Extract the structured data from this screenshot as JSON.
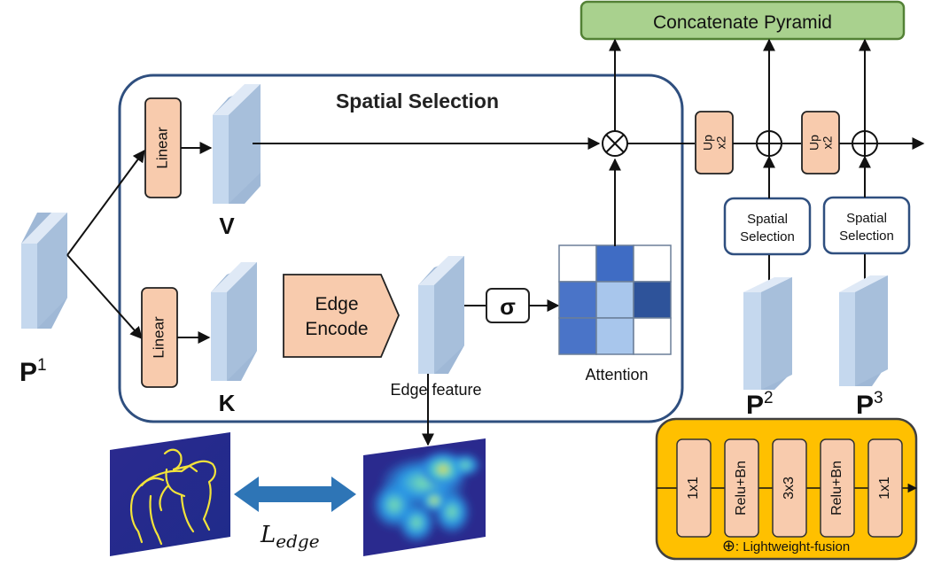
{
  "title": "Concatenate Pyramid",
  "module_title": "Spatial Selection",
  "linear_label": "Linear",
  "v_label": "V",
  "k_label": "K",
  "edge_encode": {
    "line1": "Edge",
    "line2": "Encode"
  },
  "edge_feature_label": "Edge feature",
  "sigma_label": "σ",
  "attention_label": "Attention",
  "attention_grid": [
    [
      "#ffffff",
      "#3f6cc4",
      "#ffffff"
    ],
    [
      "#4a74c8",
      "#a8c6ec",
      "#2e539a"
    ],
    [
      "#4a74c8",
      "#a8c6ec",
      "#ffffff"
    ]
  ],
  "up_label": {
    "line1": "Up",
    "line2": "x2"
  },
  "spatial_selection_small": {
    "line1": "Spatial",
    "line2": "Selection"
  },
  "p_labels": {
    "p1_base": "P",
    "p1_sup": "1",
    "p2_base": "P",
    "p2_sup": "2",
    "p3_base": "P",
    "p3_sup": "3"
  },
  "loss_label": {
    "main": "L",
    "sub": "edge"
  },
  "fusion": {
    "blocks": [
      "1x1",
      "Relu+Bn",
      "3x3",
      "Relu+Bn",
      "1x1"
    ],
    "legend_symbol": "⊕",
    "legend_text": ": Lightweight-fusion"
  },
  "colors": {
    "green_fill": "#a9d18e",
    "green_stroke": "#538135",
    "salmon": "#f8cbad",
    "navy": "#2f4f7f",
    "feature_front": "#c5d8ee",
    "feature_side": "#9fb8d6",
    "fusion_bg": "#ffc000",
    "fusion_stroke": "#404040",
    "arrow_blue": "#2e75b6"
  }
}
